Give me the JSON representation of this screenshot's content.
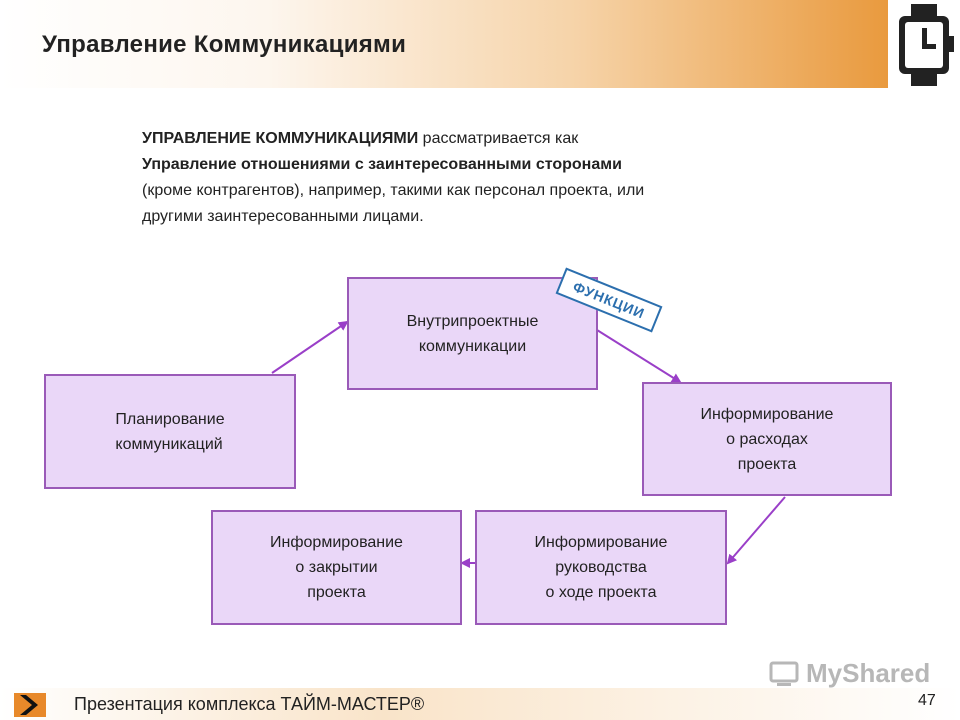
{
  "header": {
    "title": "Управление Коммуникациями"
  },
  "intro": {
    "line1_bold": "УПРАВЛЕНИЕ КОММУНИКАЦИЯМИ",
    "line1_rest": " рассматривается как",
    "line2_bold": "Управление отношениями с заинтересованными сторонами",
    "line3": "(кроме контрагентов), например, такими как  персонал проекта, или",
    "line4": "другими заинтересованными лицами."
  },
  "diagram": {
    "boxes": {
      "planning": "Планирование\nкоммуникаций",
      "internal": "Внутрипроектные\nкоммуникации",
      "costs": "Информирование\nо расходах\nпроекта",
      "management": "Информирование\nруководства\nо ходе проекта",
      "closure": "Информирование\nо закрытии\nпроекта"
    },
    "tag": "ФУНКЦИИ"
  },
  "watermark": {
    "text": "MyShared"
  },
  "footer": {
    "text": "Презентация комплекса ТАЙМ-МАСТЕР®",
    "page_number": "47"
  },
  "colors": {
    "box_fill": "#ead7f8",
    "box_border": "#9a5ab8",
    "arrow": "#9a3fc8",
    "tag": "#2c6fae",
    "header_accent": "#e99a3e"
  }
}
